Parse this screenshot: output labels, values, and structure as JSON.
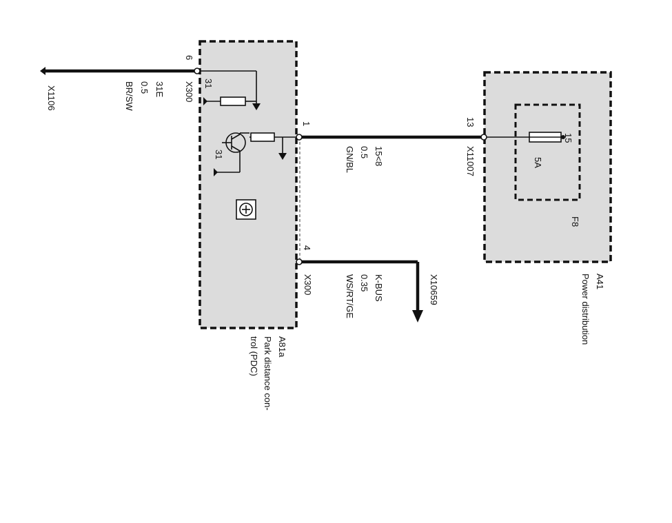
{
  "diagram": {
    "ground_left": {
      "id": "X1106",
      "pin": "6",
      "connector": "X300",
      "terminal": "31E",
      "gauge": "0.5",
      "color": "BR/SW"
    },
    "wire_power": {
      "pin_pdc": "1",
      "pin_dist": "13",
      "connector": "X11007",
      "terminal": "15<8",
      "gauge": "0.5",
      "color": "GN/BL"
    },
    "wire_kbus": {
      "pin": "4",
      "connector": "X300",
      "signal": "K-BUS",
      "gauge": "0.35",
      "color": "WS/RT/GE",
      "target": "X10659"
    },
    "pdc_module": {
      "id": "A81a",
      "name_line1": "Park distance con-",
      "name_line2": "trol (PDC)",
      "ground_top": "31",
      "ground_bottom": "31"
    },
    "power_distribution": {
      "id": "A41",
      "name": "Power distribution",
      "fuse_id": "F8",
      "fuse_rating": "5A",
      "fuse_terminal": "15"
    }
  }
}
